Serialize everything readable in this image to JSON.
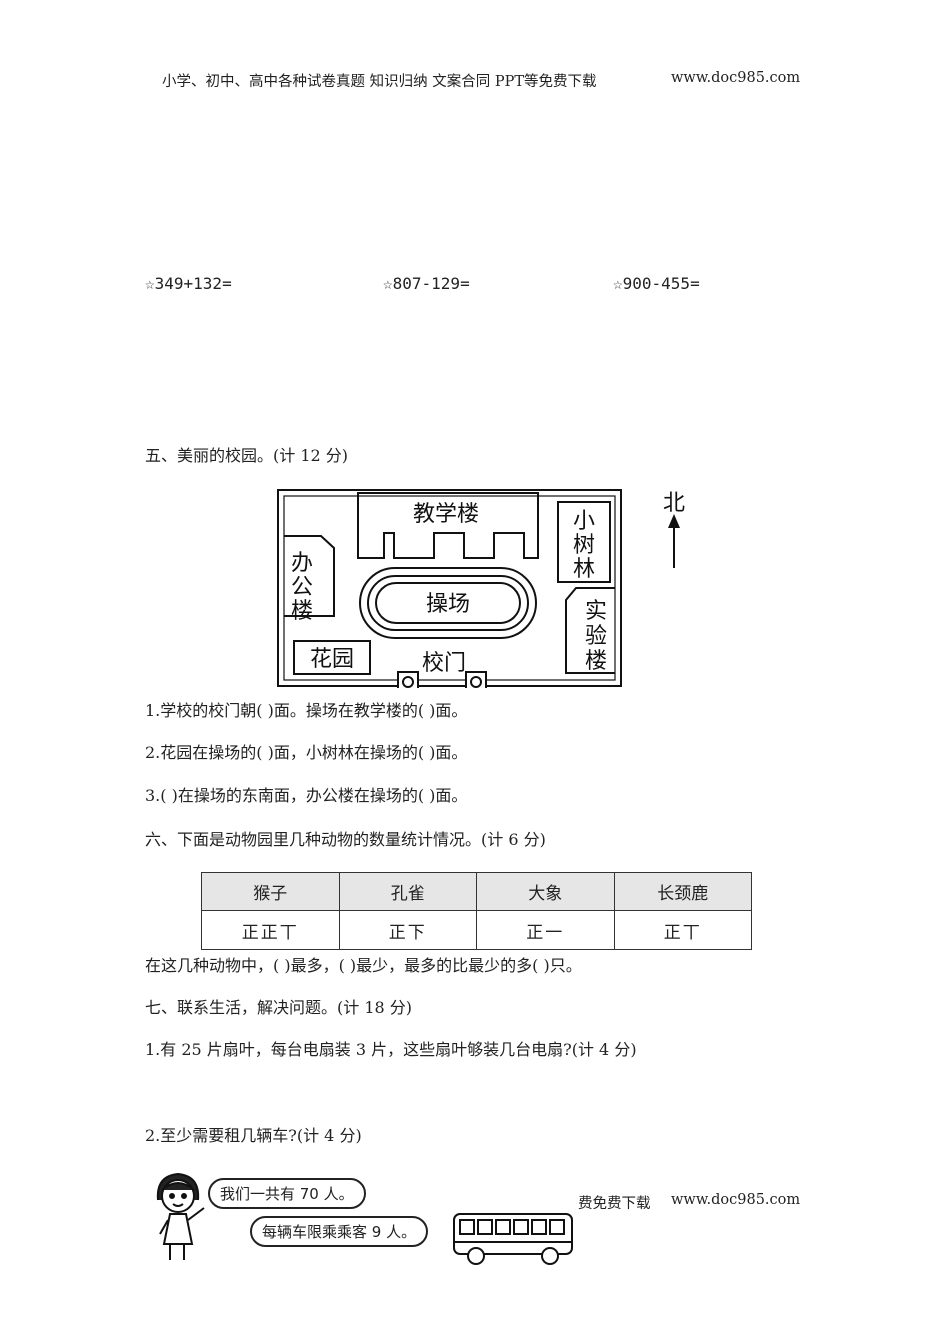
{
  "header": {
    "left": "小学、初中、高中各种试卷真题  知识归纳  文案合同  PPT等免费下载",
    "right": "www.doc985.com"
  },
  "calculations": [
    "☆349+132=",
    "☆807-129=",
    "☆900-455="
  ],
  "section5": {
    "title": "五、美丽的校园。(计 12 分)",
    "map": {
      "labels": {
        "teaching": "教学楼",
        "grove": [
          "小",
          "树",
          "林"
        ],
        "office": [
          "办",
          "公",
          "楼"
        ],
        "lab": [
          "实",
          "验",
          "楼"
        ],
        "playground": "操场",
        "garden": "花园",
        "gate": "校门",
        "north": "北"
      }
    },
    "questions": [
      "1.学校的校门朝(        )面。操场在教学楼的(        )面。",
      "2.花园在操场的(        )面，小树林在操场的(          )面。",
      "3.(        )在操场的东南面，办公楼在操场的(        )面。"
    ]
  },
  "section6": {
    "title": "六、下面是动物园里几种动物的数量统计情况。(计 6 分)",
    "table": {
      "headers": [
        "猴子",
        "孔雀",
        "大象",
        "长颈鹿"
      ],
      "tallies": [
        "正正丅",
        "正下",
        "正一",
        "正丅"
      ]
    },
    "question": "在这几种动物中，(        )最多，(        )最少，最多的比最少的多(        )只。"
  },
  "section7": {
    "title": "七、联系生活，解决问题。(计 18 分)",
    "q1": "1.有 25 片扇叶，每台电扇装 3 片，这些扇叶够装几台电扇?(计 4 分)",
    "q2": "2.至少需要租几辆车?(计 4 分)",
    "bubble1": "我们一共有 70 人。",
    "bubble2": "每辆车限乘乘客 9 人。"
  },
  "footer": {
    "left": "费免费下载",
    "right": "www.doc985.com"
  }
}
